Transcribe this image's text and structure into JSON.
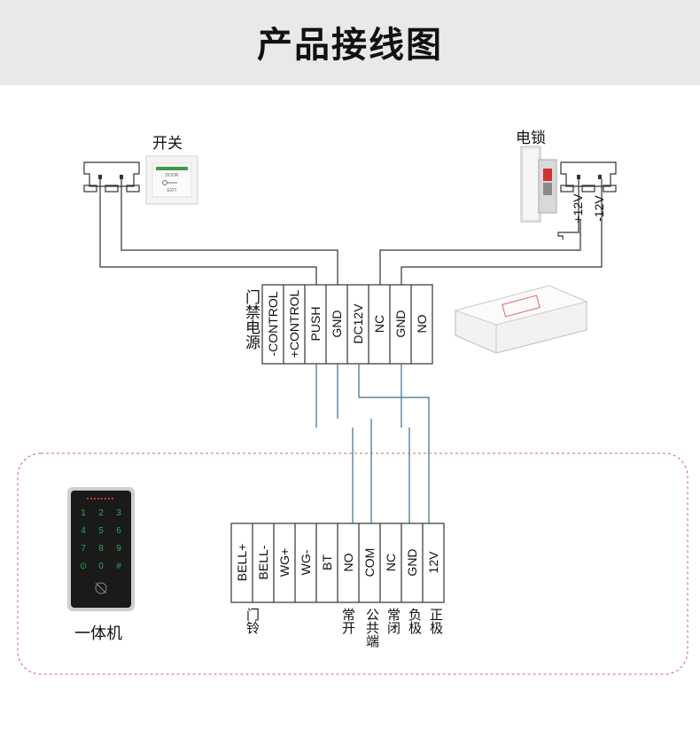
{
  "title": "产品接线图",
  "labels": {
    "switch": "开关",
    "lock": "电锁",
    "power": "门禁电源",
    "allinone": "一体机",
    "switch_door": "DOOR",
    "switch_exit": "EXIT"
  },
  "lock_terminals": [
    "+12V",
    "-12V"
  ],
  "power_terminals": [
    "-CONTROL",
    "+CONTROL",
    "PUSH",
    "GND",
    "DC12V",
    "NC",
    "GND",
    "NO"
  ],
  "device_terminals": [
    "BELL+",
    "BELL-",
    "WG+",
    "WG-",
    "BT",
    "NO",
    "COM",
    "NC",
    "GND",
    "12V"
  ],
  "device_terminal_notes": {
    "bell": "门铃",
    "no": "常开",
    "com": "公共端",
    "nc": "常闭",
    "gnd": "负极",
    "v12": "正极"
  },
  "keypad_keys": [
    "1",
    "2",
    "3",
    "4",
    "5",
    "6",
    "7",
    "8",
    "9",
    "⊙",
    "0",
    "#"
  ],
  "colors": {
    "wire_black": "#333333",
    "wire_blue": "#3d6e86",
    "dash_border": "#c76b6b",
    "header_bg": "#e9e9e9",
    "keypad_body": "#1a1a1a",
    "keypad_digits": "#2fa84f"
  }
}
